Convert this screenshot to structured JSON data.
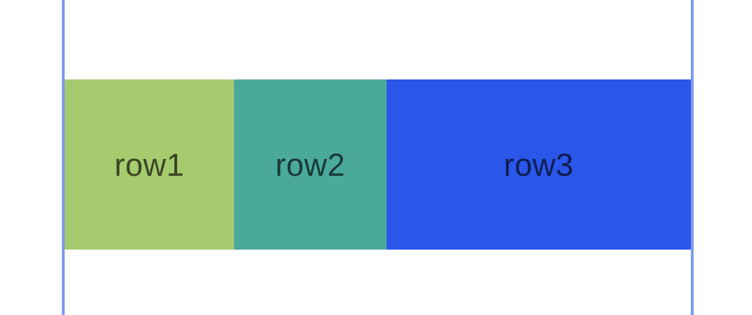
{
  "canvas": {
    "background_color": "#ffffff",
    "guides": {
      "color": "#7d9bf2"
    },
    "row_strip": {
      "text_color": "rgba(0,0,0,0.66)",
      "cells": [
        {
          "label": "row1",
          "color": "#a6ca6e"
        },
        {
          "label": "row2",
          "color": "#4ba99c"
        },
        {
          "label": "row3",
          "color": "#2a56e9"
        }
      ]
    }
  }
}
